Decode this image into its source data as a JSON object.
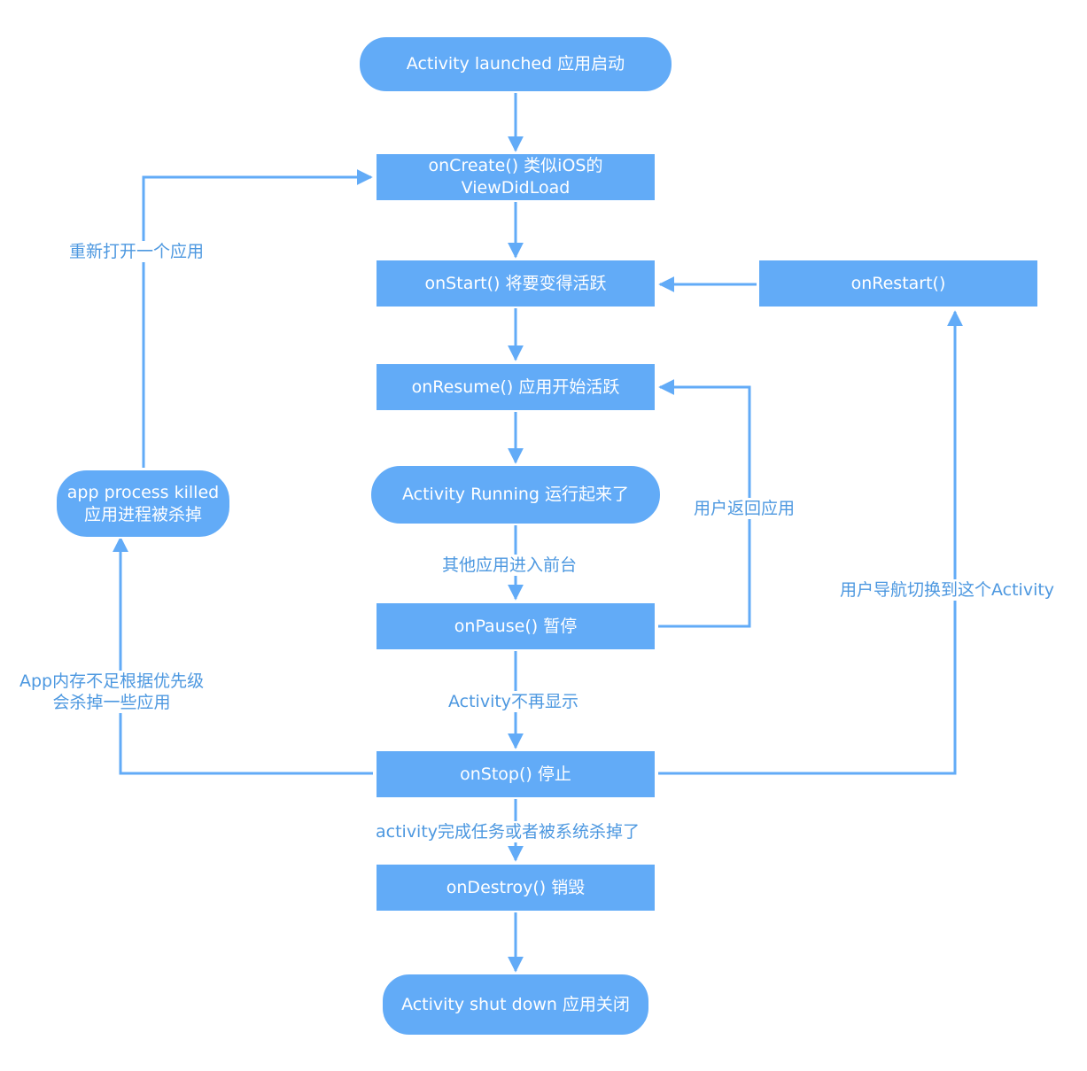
{
  "nodes": {
    "launched": "Activity launched 应用启动",
    "oncreate": "onCreate() 类似iOS的\nViewDidLoad",
    "onstart": "onStart() 将要变得活跃",
    "onrestart": "onRestart()",
    "onresume": "onResume() 应用开始活跃",
    "running": "Activity Running 运行起来了",
    "killed": "app process killed\n应用进程被杀掉",
    "onpause": "onPause() 暂停",
    "onstop": "onStop() 停止",
    "ondestroy": "onDestroy() 销毁",
    "shutdown": "Activity shut down 应用关闭"
  },
  "edges": {
    "reopen": "重新打开一个应用",
    "other_app_front": "其他应用进入前台",
    "user_return": "用户返回应用",
    "user_nav": "用户导航切换到这个Activity",
    "not_shown": "Activity不再显示",
    "low_memory": "App内存不足根据优先级\n会杀掉一些应用",
    "finished": "activity完成任务或者被系统杀掉了"
  },
  "colors": {
    "node": "#62abf7",
    "line": "#62abf7",
    "label": "#4d98e0"
  }
}
